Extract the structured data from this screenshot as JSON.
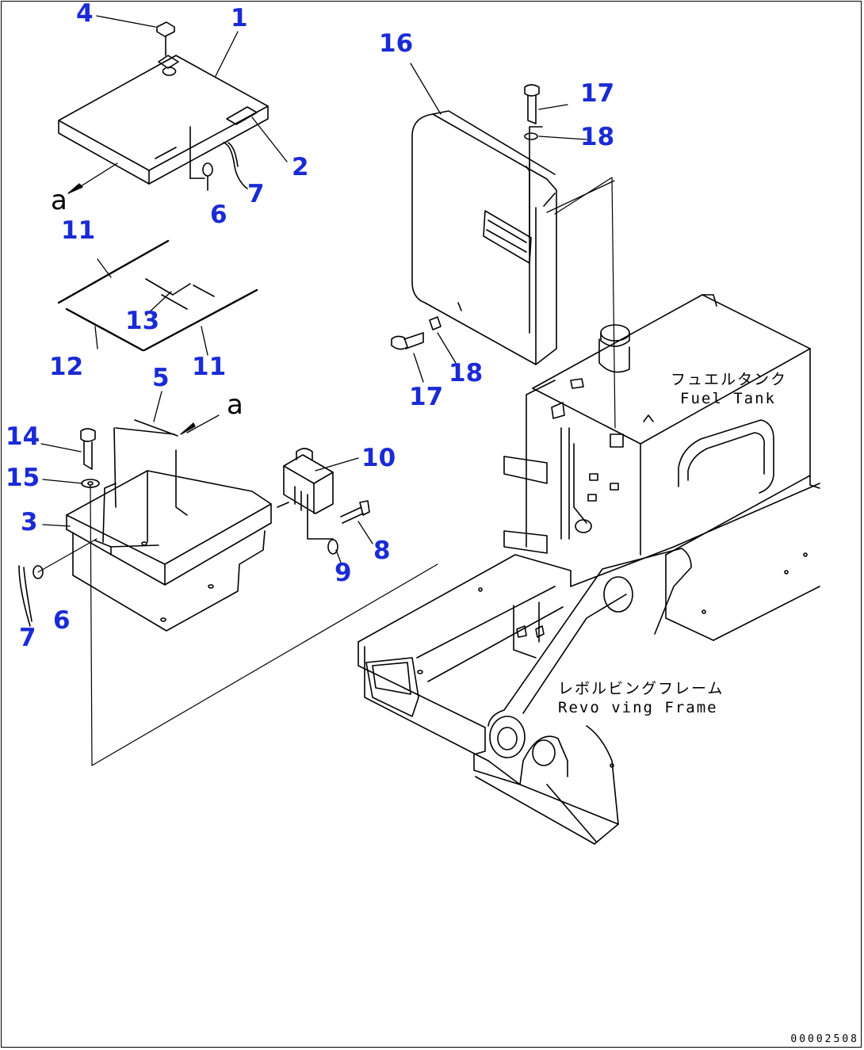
{
  "callouts": {
    "c1": "1",
    "c2": "2",
    "c3": "3",
    "c4": "4",
    "c5": "5",
    "c6a": "6",
    "c6b": "6",
    "c7a": "7",
    "c7b": "7",
    "c8": "8",
    "c9": "9",
    "c10": "10",
    "c11a": "11",
    "c11b": "11",
    "c12": "12",
    "c13": "13",
    "c14": "14",
    "c15": "15",
    "c16": "16",
    "c17a": "17",
    "c17b": "17",
    "c18a": "18",
    "c18b": "18"
  },
  "references": {
    "a_top": "a",
    "a_mid": "a"
  },
  "annotations": {
    "fuel_tank_jp": "フュエルタンク",
    "fuel_tank_en": "Fuel Tank",
    "frame_jp": "レボルビングフレーム",
    "frame_en": "Revo ving Frame"
  },
  "drawing_number": "00002508",
  "colors": {
    "callout": "#1a2bd6",
    "line": "#000000",
    "background": "#ffffff"
  }
}
